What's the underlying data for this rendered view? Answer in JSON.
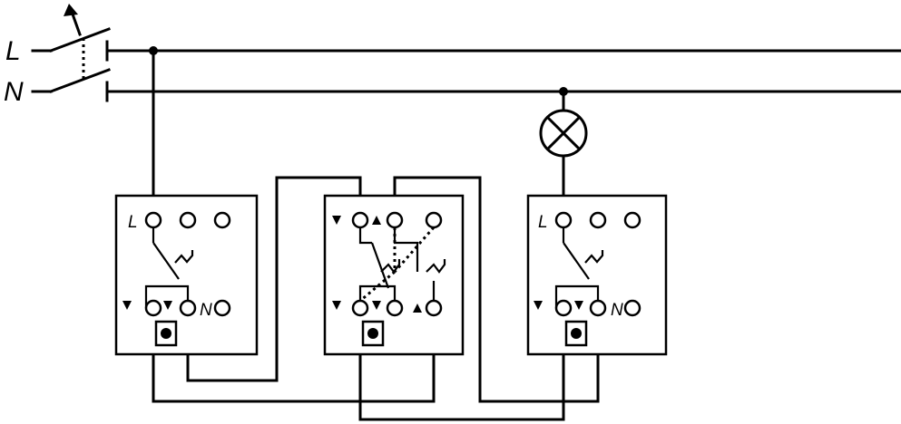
{
  "supply": {
    "line_label": "L",
    "neutral_label": "N"
  },
  "switches": [
    {
      "terminal_label": "L",
      "aux_label": "N"
    },
    {},
    {
      "terminal_label": "L",
      "aux_label": "N"
    }
  ]
}
